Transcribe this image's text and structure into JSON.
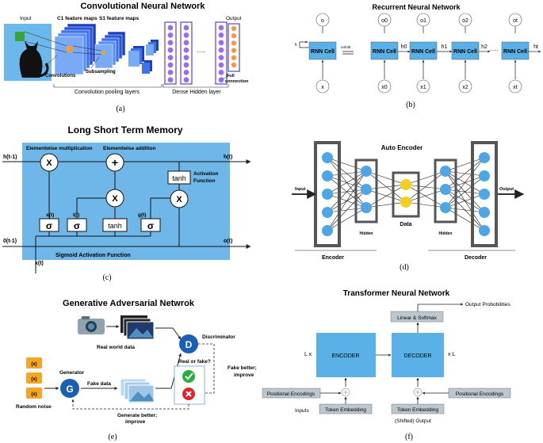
{
  "captions": {
    "a": "(a)",
    "b": "(b)",
    "c": "(c)",
    "d": "(d)",
    "e": "(e)",
    "f": "(f)"
  },
  "cnn": {
    "title": "Convolutional Neural Network",
    "input": "Input",
    "c1": "C1 feature maps",
    "s1": "S1 feature maps",
    "output": "Output",
    "convolutions": "Convolutions",
    "subsampling": "Subsampling",
    "full_connection_1": "Full",
    "full_connection_2": "connection",
    "conv_pool": "Convolution  pooling layers",
    "dense": "Dense Hidden layer",
    "dots": "......"
  },
  "rnn": {
    "title": "Recurrent Neural Network",
    "cell": "RNN Cell",
    "h": "h",
    "unfold": "unfold",
    "outputs": [
      "o",
      "o0",
      "o1",
      "o2",
      "ot"
    ],
    "inputs": [
      "x",
      "x0",
      "x1",
      "x2",
      "xt"
    ],
    "hidden": [
      "h0",
      "h1",
      "h2",
      "ht"
    ],
    "dots": "......"
  },
  "lstm": {
    "title": "Long Short Term Memory",
    "h_prev": "h(t-1)",
    "h_t": "h(t)",
    "o_prev": "0(t-1)",
    "o_t": "o(t)",
    "x_t": "x(t)",
    "ew_mult": "Elementwise multiplication",
    "ew_add": "Elementwise addition",
    "act_1": "Activation",
    "act_2": "Function",
    "sigmoid": "Sigmoid  Activation Function",
    "s_t": "s(t)",
    "i_t": "i(t)",
    "g_t": "g(t)",
    "sigma": "σ",
    "tanh": "tanh",
    "times": "X",
    "plus": "+"
  },
  "ae": {
    "title": "Auto Encoder",
    "input": "Input",
    "output": "Output",
    "hidden": "Hidden",
    "data": "Data",
    "encoder": "Encoder",
    "decoder": "Decoder"
  },
  "gan": {
    "title": "Generative Adversarial Netwrok",
    "real_world": "Real world data",
    "discriminator": "Discriminator",
    "d": "D",
    "g": "G",
    "generator": "Generator",
    "fake_data": "Fake data",
    "real_or_fake": "Real or fake?",
    "fake_better_1": "Fake better;",
    "fake_better_2": "improve",
    "gen_better_1": "Generate better;",
    "gen_better_2": "improve",
    "random_noise": "Random noise",
    "x": "(x)"
  },
  "transformer": {
    "title": "Transformer Neural Network",
    "output_probs": "Output Probobilities",
    "linear_softmax": "Linear & Softmax",
    "encoder": "ENCODER",
    "decoder": "DECODER",
    "lx": "L x",
    "xl": "x L",
    "pos_enc": "Positional Encodings",
    "token_emb": "Token Embedding",
    "inputs": "Inputs",
    "shifted_output": "(Shifted) Output"
  },
  "colors": {
    "panel_blue": "#6fb7e9",
    "node_blue": "#4ea6e6",
    "node_purple": "#9b6cf0",
    "node_yellow": "#f5cf1f",
    "orange": "#f5a623",
    "block_blue": "#5ab1e8",
    "gray_box": "#bcc7cf"
  }
}
